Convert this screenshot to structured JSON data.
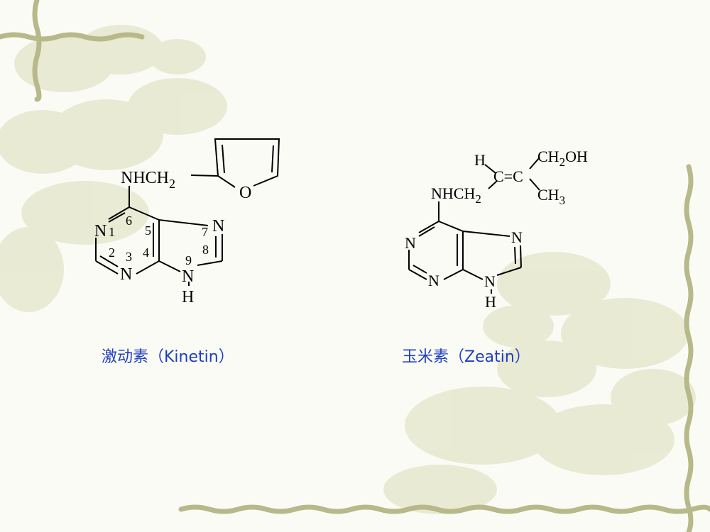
{
  "kinetin": {
    "caption": "激动素（Kinetin）",
    "labels": {
      "substituent": "NHCH",
      "sub2": "2",
      "oxygen": "O",
      "n1": "N",
      "n3": "N",
      "n7": "N",
      "n9": "N",
      "h9": "H",
      "num1": "1",
      "num2": "2",
      "num3": "3",
      "num4": "4",
      "num5": "5",
      "num6": "6",
      "num7": "7",
      "num8": "8",
      "num9": "9"
    }
  },
  "zeatin": {
    "caption": "玉米素（Zeatin）",
    "labels": {
      "nhch": "NHCH",
      "nhch_sub": "2",
      "h_vinyl": "H",
      "cc": "C=C",
      "ch2oh_a": "CH",
      "ch2oh_sub": "2",
      "ch2oh_b": "OH",
      "ch3_a": "CH",
      "ch3_sub": "3",
      "n1": "N",
      "n3": "N",
      "n7": "N",
      "n9": "N",
      "h9": "H"
    }
  },
  "colors": {
    "caption": "#1f3fbf",
    "vine": "#b7b98a",
    "blossom": "#d9dcb8"
  }
}
